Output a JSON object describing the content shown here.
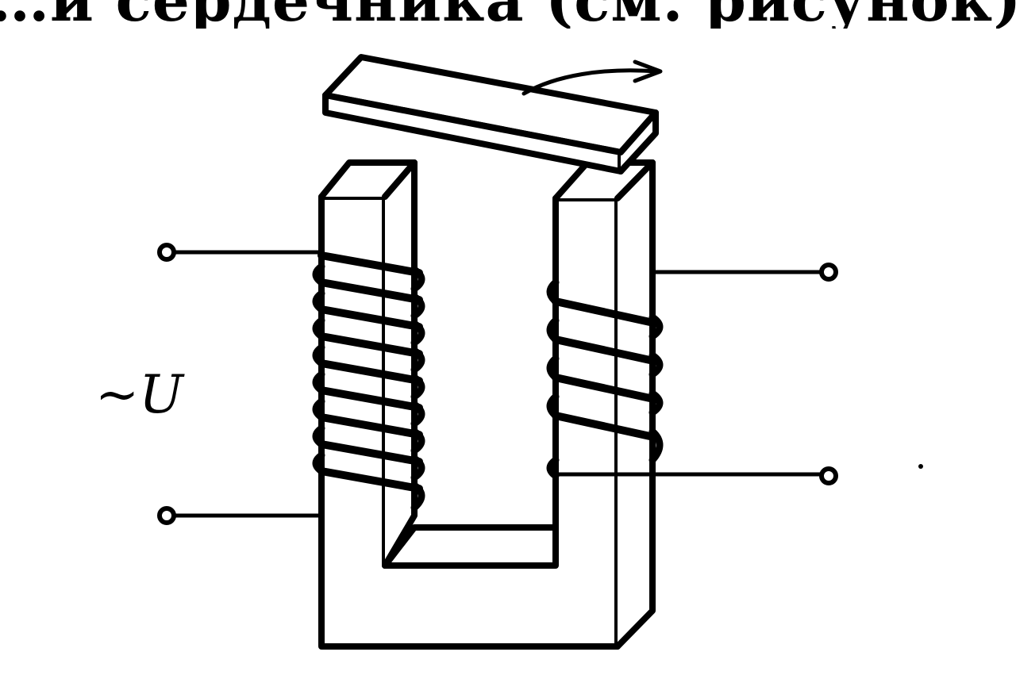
{
  "header": {
    "text": "…и сердечника (см. рисунок)."
  },
  "diagram": {
    "voltage_label": "~U",
    "colors": {
      "ink": "#000000",
      "paper": "#ffffff"
    },
    "parts": [
      "core-left-limb",
      "core-right-limb",
      "core-base",
      "yoke-bar",
      "primary-coil",
      "secondary-coil",
      "rotation-arrow",
      "input-terminals",
      "output-terminals"
    ]
  }
}
